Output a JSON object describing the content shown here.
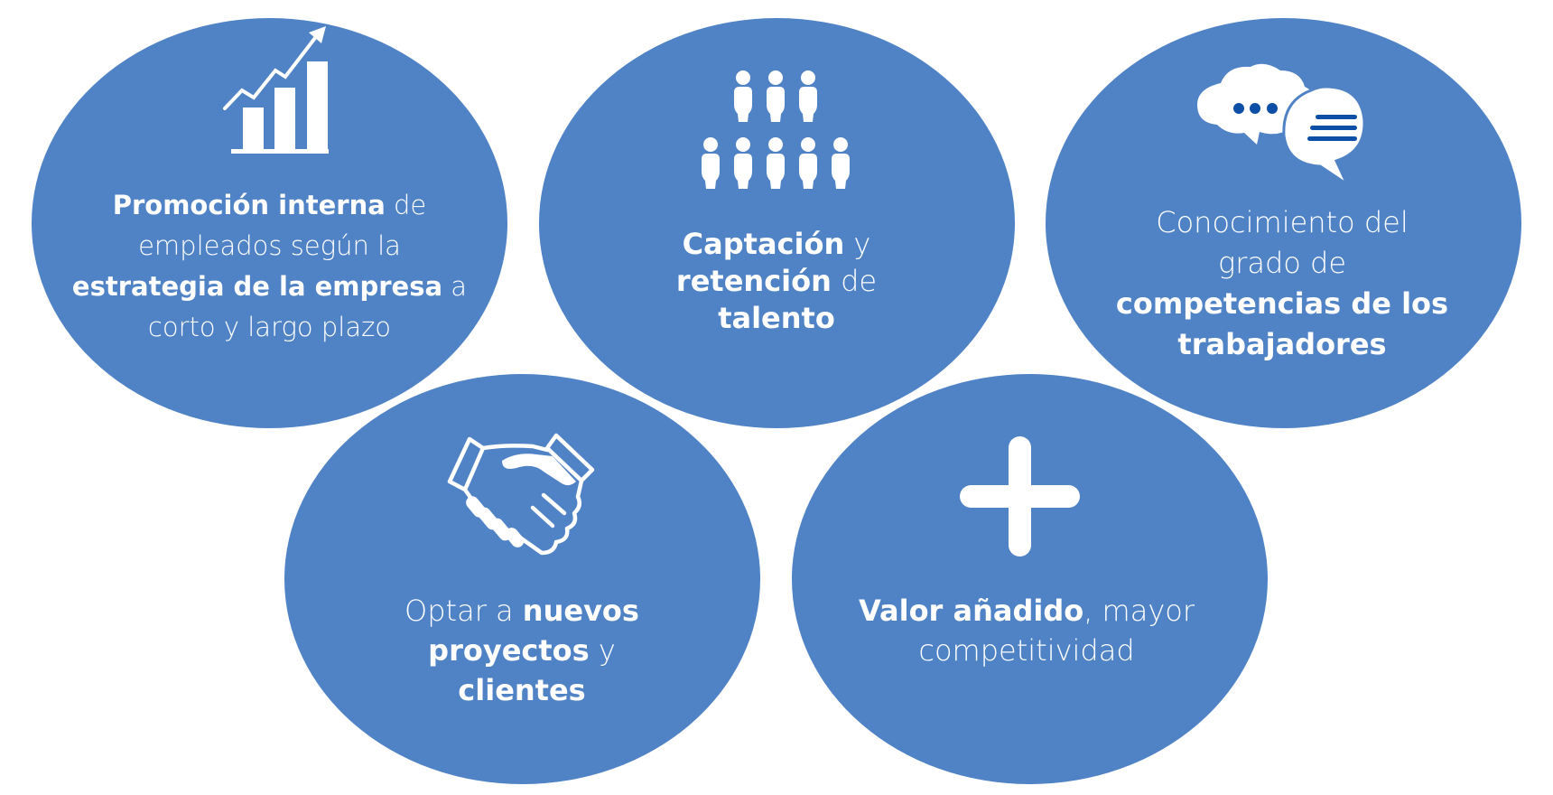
{
  "colors": {
    "bubble": "#5083c6",
    "icon": "#ffffff",
    "chat_accent": "#0d4ea6",
    "background": "#ffffff"
  },
  "bubbles": [
    {
      "id": "promocion",
      "icon": "bar-chart-growth-icon",
      "lines": [
        [
          {
            "text": "Promoción interna",
            "bold": true
          },
          {
            "text": " de",
            "bold": false
          }
        ],
        [
          {
            "text": "empleados según la",
            "bold": false
          }
        ],
        [
          {
            "text": "estrategia de la empresa",
            "bold": true
          },
          {
            "text": " a",
            "bold": false
          }
        ],
        [
          {
            "text": "corto y largo plazo",
            "bold": false
          }
        ]
      ]
    },
    {
      "id": "captacion",
      "icon": "people-group-icon",
      "lines": [
        [
          {
            "text": "Captación",
            "bold": true
          },
          {
            "text": " y",
            "bold": false
          }
        ],
        [
          {
            "text": "retención",
            "bold": true
          },
          {
            "text": " de",
            "bold": false
          }
        ],
        [
          {
            "text": "talento",
            "bold": true
          }
        ]
      ]
    },
    {
      "id": "conocimiento",
      "icon": "chat-bubbles-icon",
      "lines": [
        [
          {
            "text": "Conocimiento del",
            "bold": false
          }
        ],
        [
          {
            "text": "grado de",
            "bold": false
          }
        ],
        [
          {
            "text": "competencias de los",
            "bold": true
          }
        ],
        [
          {
            "text": "trabajadores",
            "bold": true
          }
        ]
      ]
    },
    {
      "id": "proyectos",
      "icon": "handshake-icon",
      "lines": [
        [
          {
            "text": "Optar a ",
            "bold": false
          },
          {
            "text": "nuevos",
            "bold": true
          }
        ],
        [
          {
            "text": "proyectos",
            "bold": true
          },
          {
            "text": " y",
            "bold": false
          }
        ],
        [
          {
            "text": "clientes",
            "bold": true
          }
        ]
      ]
    },
    {
      "id": "valor",
      "icon": "plus-icon",
      "lines": [
        [
          {
            "text": "Valor añadido",
            "bold": true
          },
          {
            "text": ", mayor",
            "bold": false
          }
        ],
        [
          {
            "text": "competitividad",
            "bold": false
          }
        ]
      ]
    }
  ]
}
